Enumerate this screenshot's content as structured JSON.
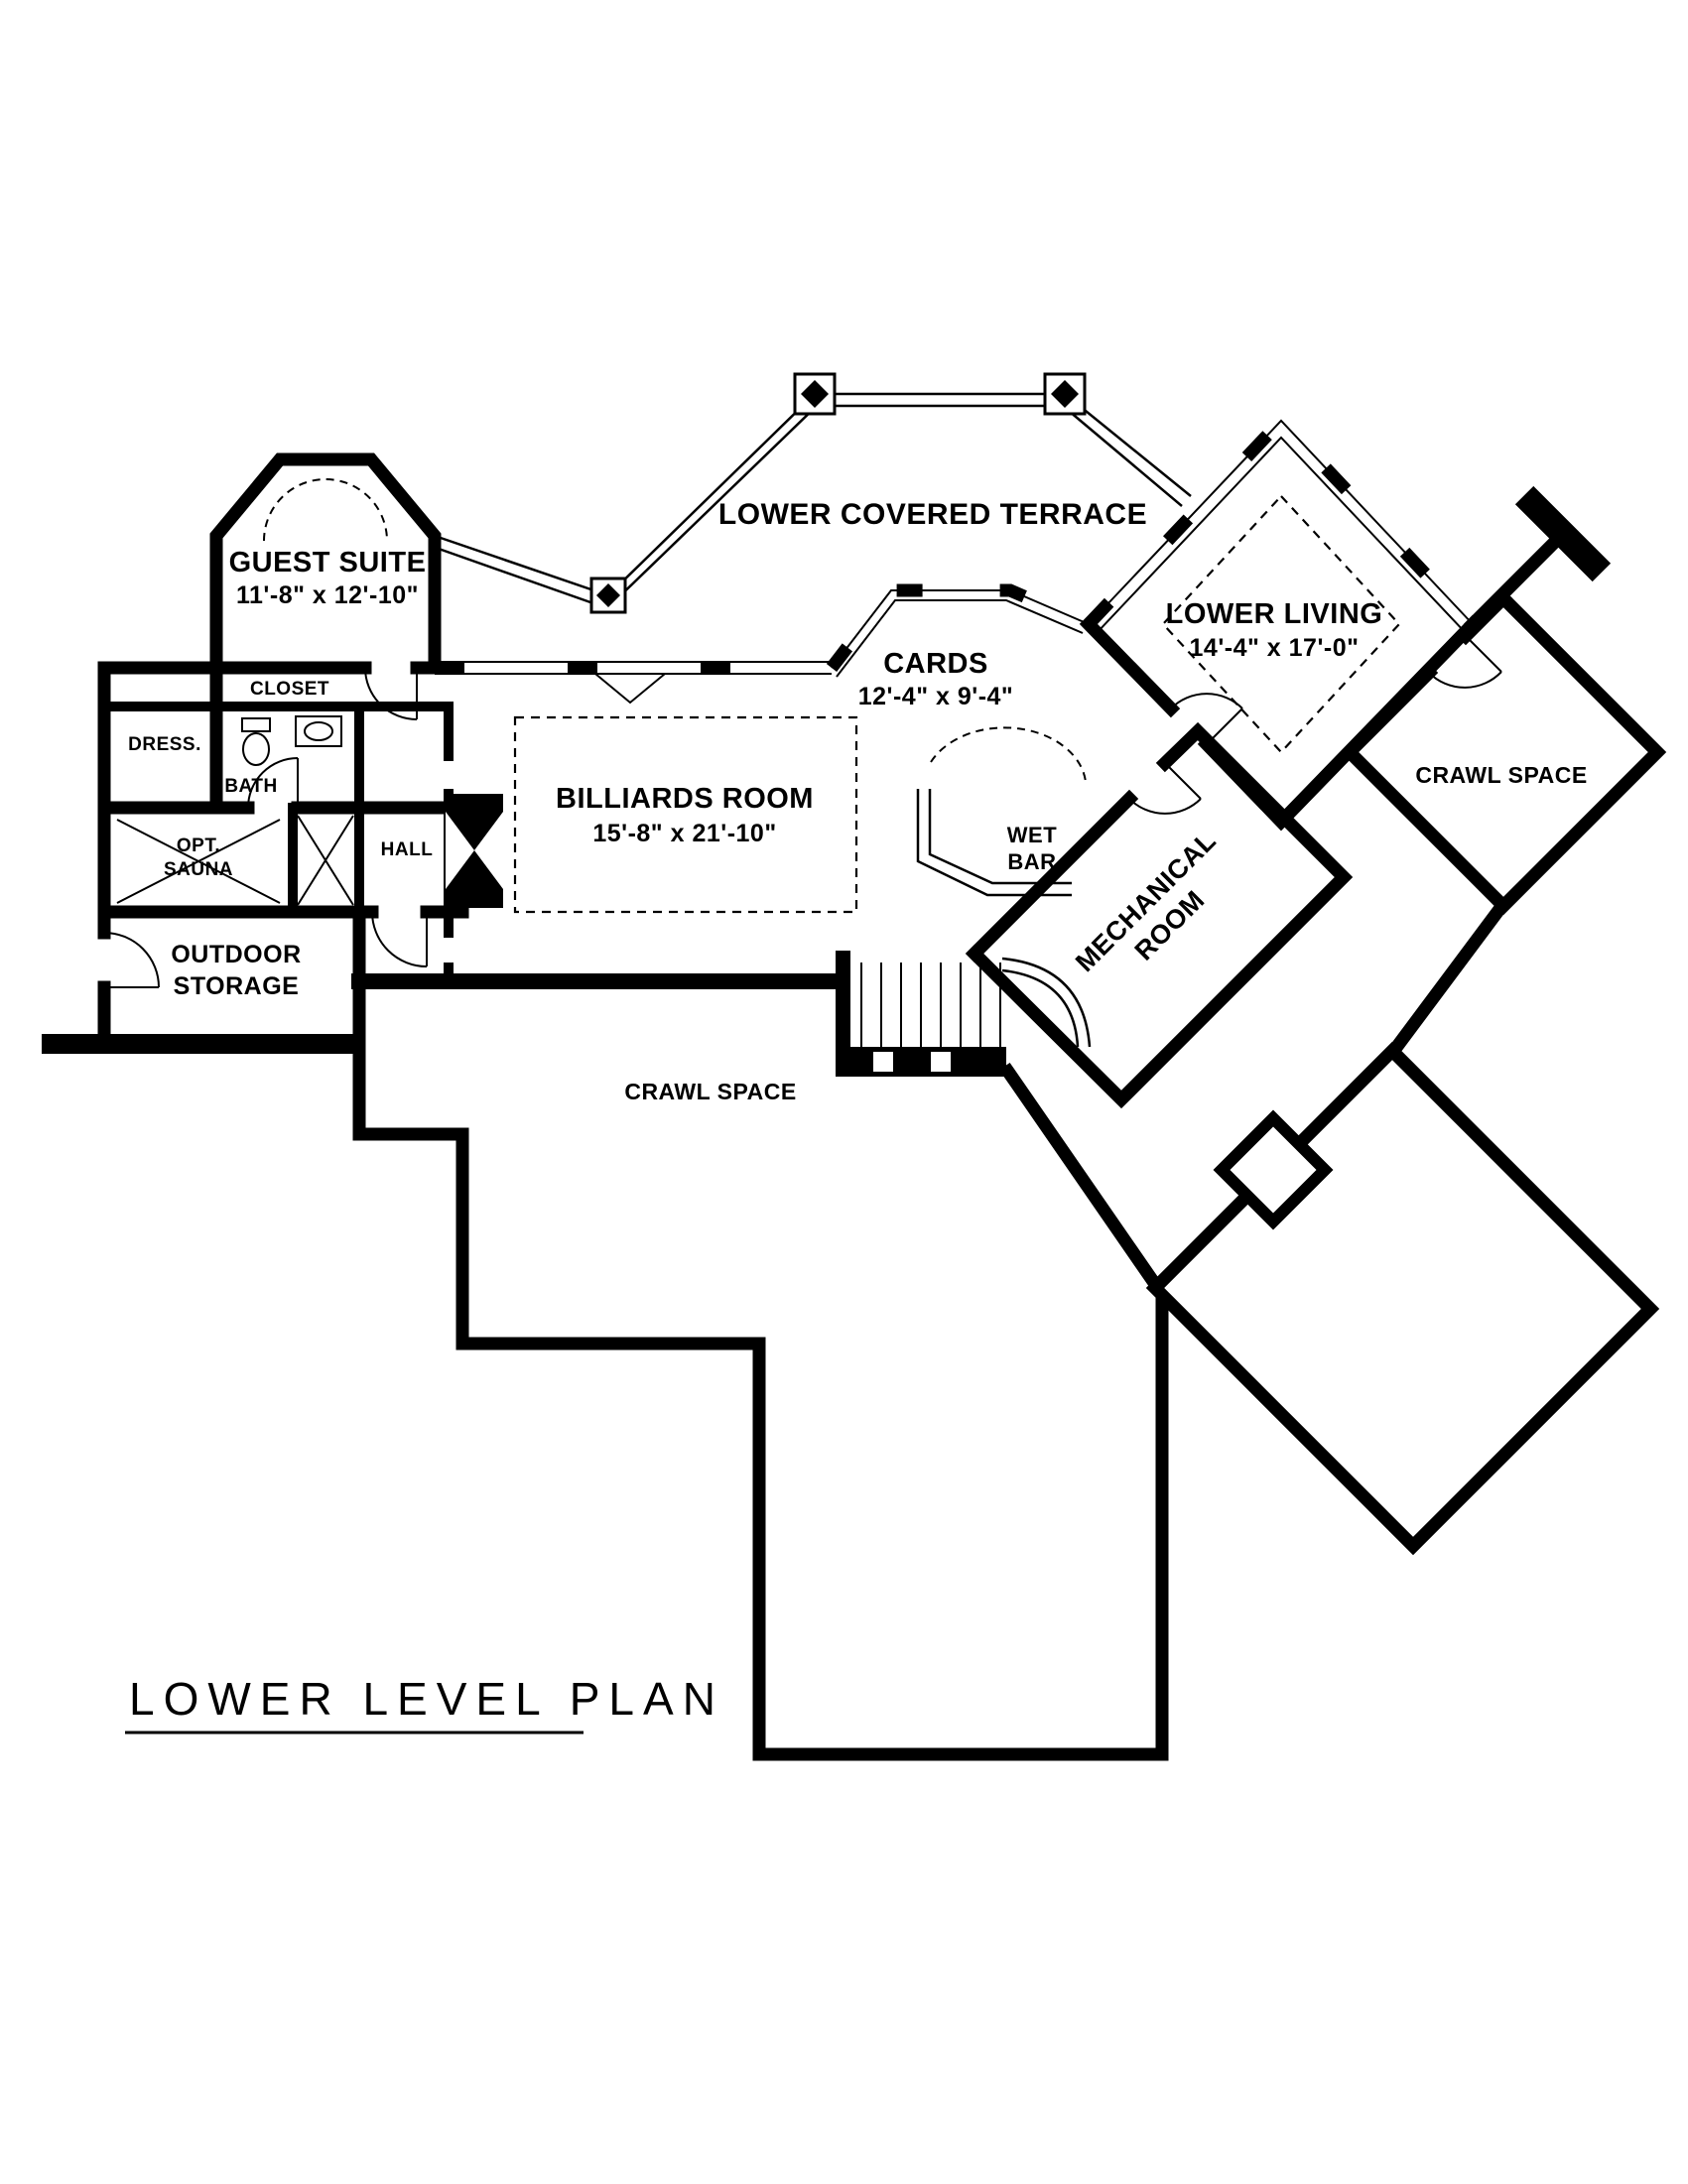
{
  "plan": {
    "title": "LOWER LEVEL PLAN",
    "labels": {
      "terrace": "LOWER COVERED TERRACE",
      "guest_suite_name": "GUEST SUITE",
      "guest_suite_dims": "11'-8\" x 12'-10\"",
      "lower_living_name": "LOWER LIVING",
      "lower_living_dims": "14'-4\" x 17'-0\"",
      "cards_name": "CARDS",
      "cards_dims": "12'-4\" x 9'-4\"",
      "billiards_name": "BILLIARDS ROOM",
      "billiards_dims": "15'-8\" x 21'-10\"",
      "wet_bar_line1": "WET",
      "wet_bar_line2": "BAR",
      "mechanical_line1": "MECHANICAL",
      "mechanical_line2": "ROOM",
      "crawl_space_right": "CRAWL SPACE",
      "crawl_space_lower": "CRAWL SPACE",
      "closet": "CLOSET",
      "dress": "DRESS.",
      "bath": "BATH",
      "sauna_line1": "OPT.",
      "sauna_line2": "SAUNA",
      "hall": "HALL",
      "outdoor_line1": "OUTDOOR",
      "outdoor_line2": "STORAGE"
    },
    "colors": {
      "ink": "#000000",
      "paper": "#ffffff"
    }
  }
}
